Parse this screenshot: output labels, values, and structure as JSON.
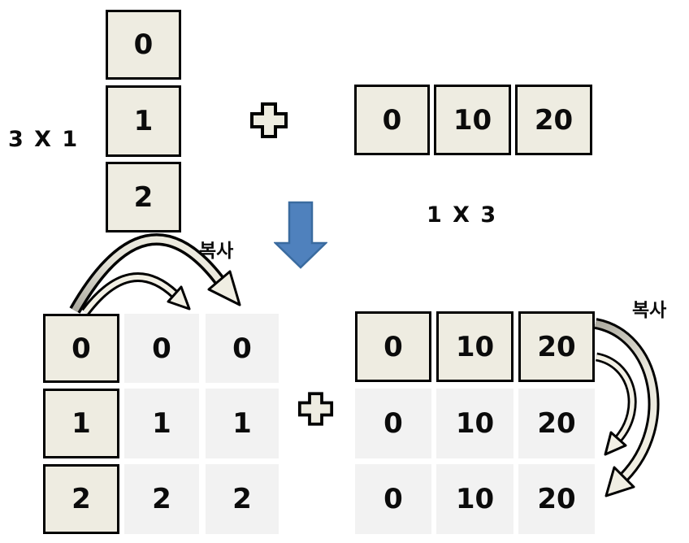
{
  "diagram": {
    "top_left_vector": {
      "dim_label": "3 X 1",
      "cells": [
        "0",
        "1",
        "2"
      ]
    },
    "top_right_vector": {
      "dim_label": "1 X 3",
      "cells": [
        "0",
        "10",
        "20"
      ]
    },
    "operator": "+",
    "bottom_left_matrix": {
      "copy_label": "복사",
      "highlighted": "first-column",
      "rows": [
        [
          "0",
          "0",
          "0"
        ],
        [
          "1",
          "1",
          "1"
        ],
        [
          "2",
          "2",
          "2"
        ]
      ]
    },
    "bottom_right_matrix": {
      "copy_label": "복사",
      "highlighted": "first-row",
      "rows": [
        [
          "0",
          "10",
          "20"
        ],
        [
          "0",
          "10",
          "20"
        ],
        [
          "0",
          "10",
          "20"
        ]
      ]
    }
  },
  "icons": {
    "plus_top": "plus-icon",
    "plus_bottom": "plus-icon",
    "down_arrow": "down-arrow-icon",
    "copy_arrows_left": "curved-copy-arrows-icon",
    "copy_arrows_right": "curved-copy-arrows-icon"
  },
  "colors": {
    "box_fill": "#EEECE1",
    "box_border": "#000000",
    "shadow_cell_fill": "#F2F2F2",
    "down_arrow_fill": "#4F81BD",
    "down_arrow_border": "#3A6B9F",
    "copy_arrow_gray": "#ACAAA0",
    "copy_arrow_cream": "#F0EEE3"
  }
}
